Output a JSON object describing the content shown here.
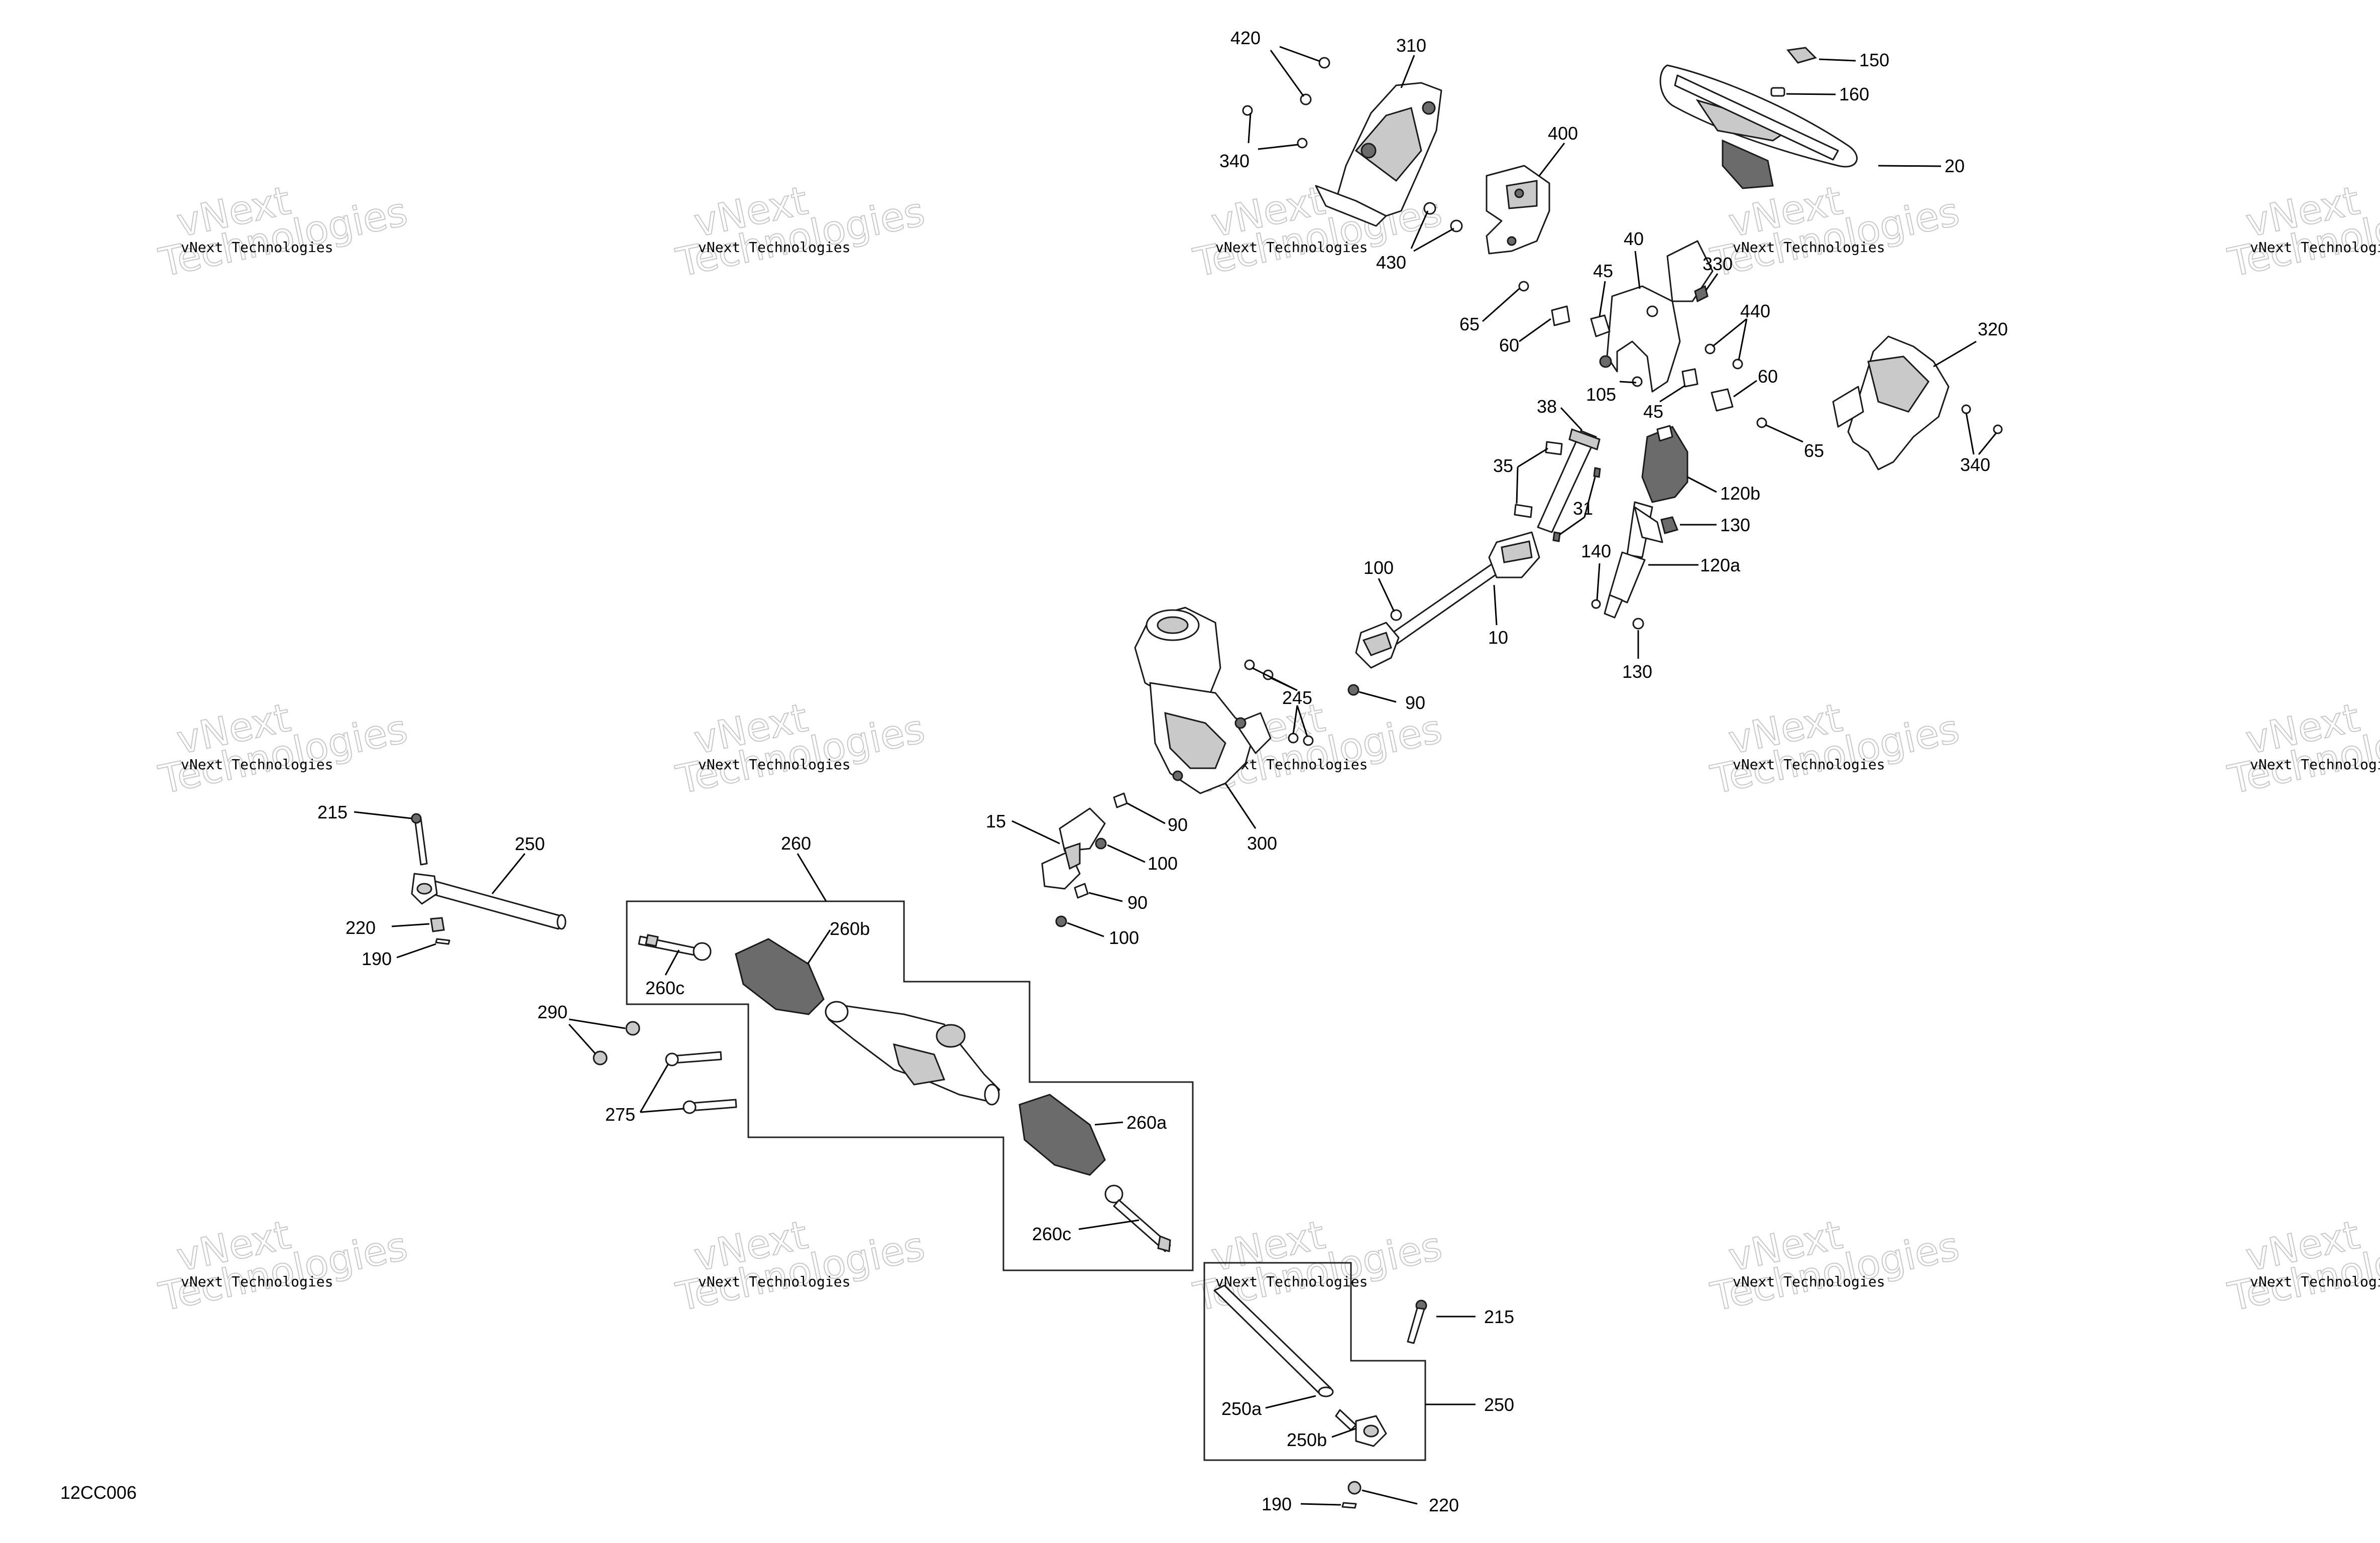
{
  "diagram_code": "12CC006",
  "watermark": {
    "text": "vNext Technologies",
    "big_line1": "vNext",
    "big_line2": "Technologies"
  },
  "callouts": {
    "c420": "420",
    "c310": "310",
    "c340a": "340",
    "c430": "430",
    "c400": "400",
    "c150": "150",
    "c160": "160",
    "c20": "20",
    "c40": "40",
    "c330": "330",
    "c45a": "45",
    "c65a": "65",
    "c60a": "60",
    "c440": "440",
    "c320": "320",
    "c60b": "60",
    "c105": "105",
    "c45b": "45",
    "c65b": "65",
    "c340b": "340",
    "c38": "38",
    "c35": "35",
    "c31": "31",
    "c120b": "120b",
    "c130a": "130",
    "c140": "140",
    "c120a": "120a",
    "c130b": "130",
    "c100a": "100",
    "c10": "10",
    "c245": "245",
    "c90a": "90",
    "c300": "300",
    "c15": "15",
    "c90b": "90",
    "c100b": "100",
    "c90c": "90",
    "c100c": "100",
    "c215a": "215",
    "c250a": "250",
    "c220a": "220",
    "c190a": "190",
    "c260": "260",
    "c260b": "260b",
    "c260c1": "260c",
    "c290": "290",
    "c275": "275",
    "c260a": "260a",
    "c260c2": "260c",
    "c215b": "215",
    "c250b": "250",
    "c250a_part": "250a",
    "c250b_part": "250b",
    "c190b": "190",
    "c220b": "220"
  }
}
